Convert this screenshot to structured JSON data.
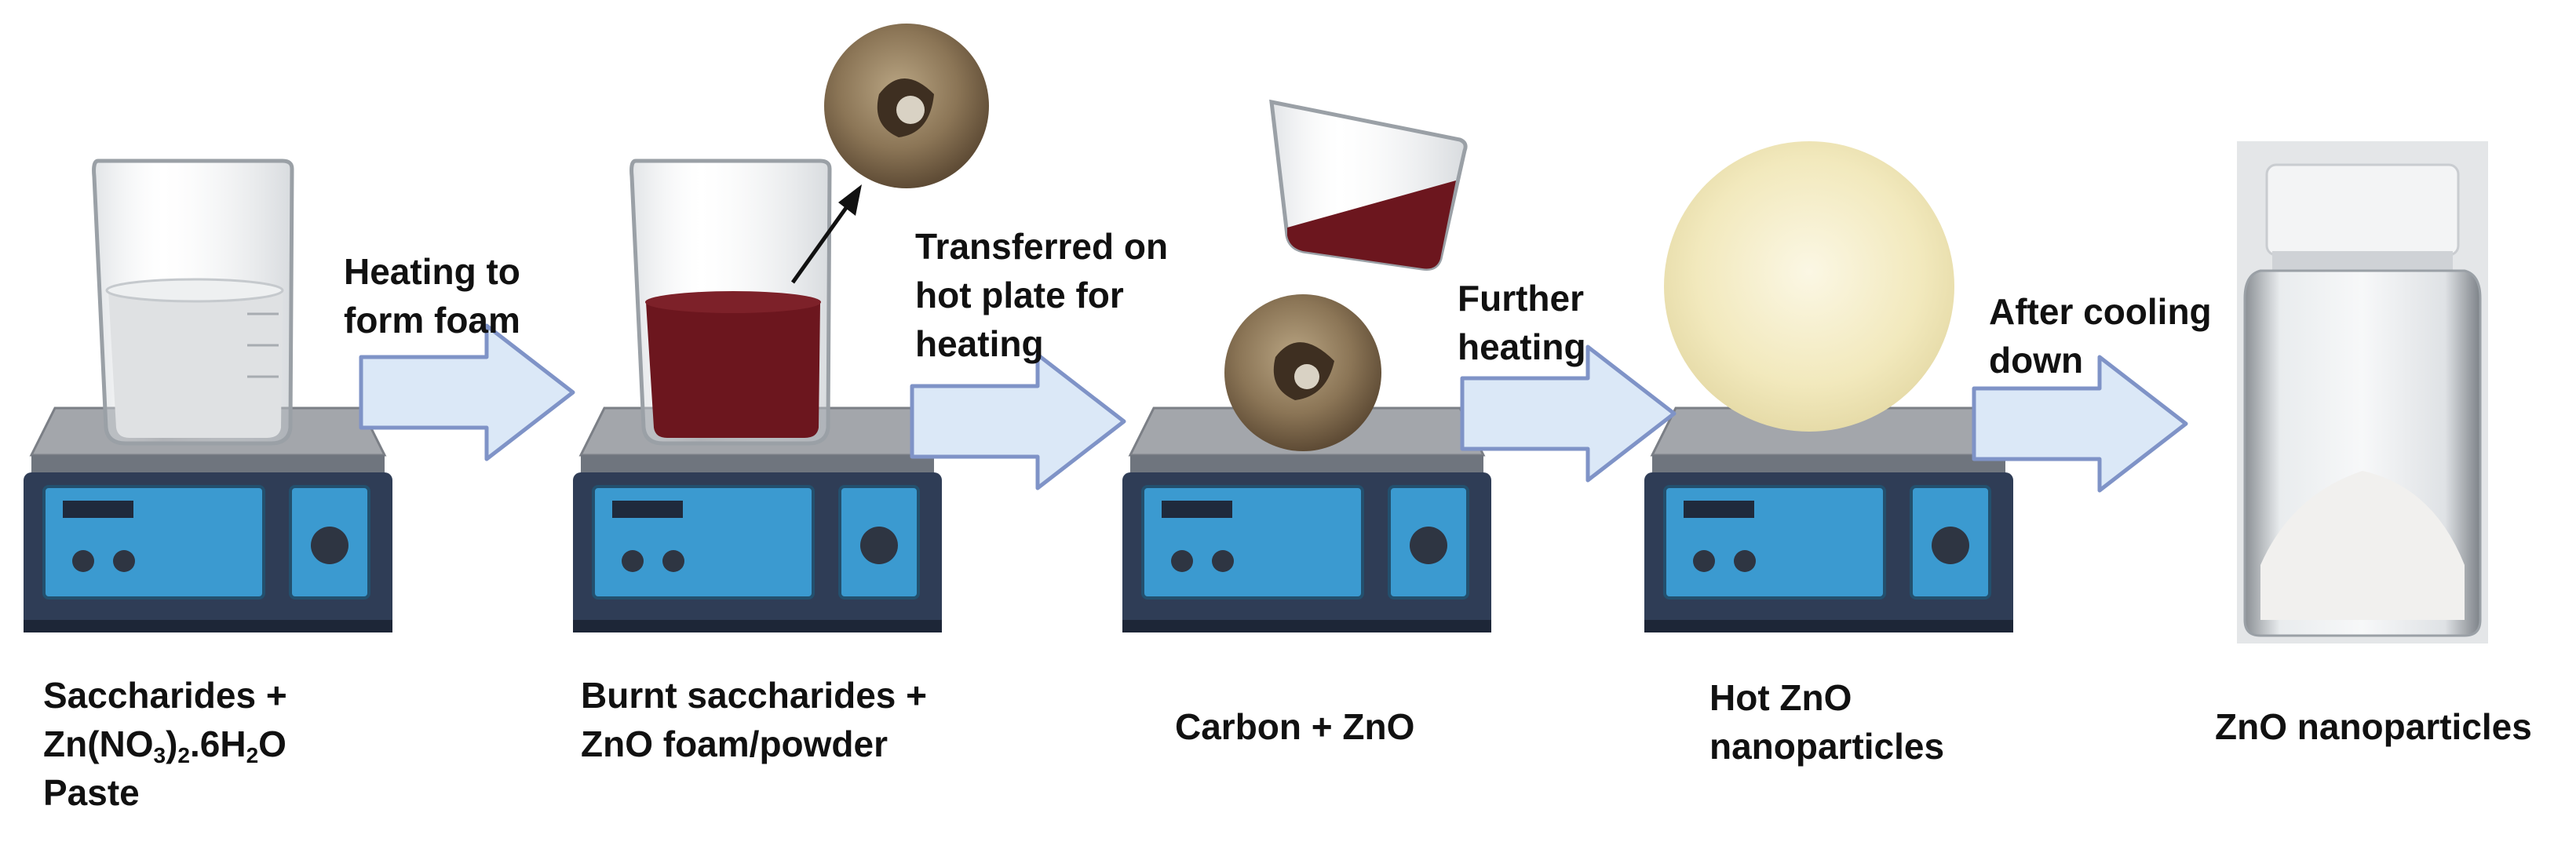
{
  "colors": {
    "plate_top": "#9ea1a6",
    "plate_body": "#2f3d56",
    "plate_panel": "#3b9ad0",
    "knob": "#2e3542",
    "arrow_fill": "#dbe8f7",
    "arrow_stroke": "#7f93c7",
    "liquid_clear": "#dfe1e3",
    "liquid_brown": "#6c161e",
    "zno_disc": "#f3ecc6",
    "foam": "#8b7a60"
  },
  "stages": [
    {
      "caption_lines": [
        "Saccharides +",
        "Zn(NO3)2.6H2O",
        "Paste"
      ],
      "caption_html_line2": "Zn(NO<sub>3</sub>)<sub>2</sub>.6H<sub>2</sub>O"
    },
    {
      "caption_lines": [
        "Burnt saccharides +",
        "ZnO foam/powder"
      ]
    },
    {
      "caption_lines": [
        "Carbon + ZnO"
      ]
    },
    {
      "caption_lines": [
        "Hot ZnO",
        "nanoparticles"
      ]
    },
    {
      "caption_lines": [
        "ZnO nanoparticles"
      ]
    }
  ],
  "steps": [
    {
      "label_lines": [
        "Heating to",
        "form foam"
      ]
    },
    {
      "label_lines": [
        "Transferred on",
        "hot plate for",
        "heating"
      ]
    },
    {
      "label_lines": [
        "Further",
        "heating"
      ]
    },
    {
      "label_lines": [
        "After cooling",
        "down"
      ]
    }
  ]
}
